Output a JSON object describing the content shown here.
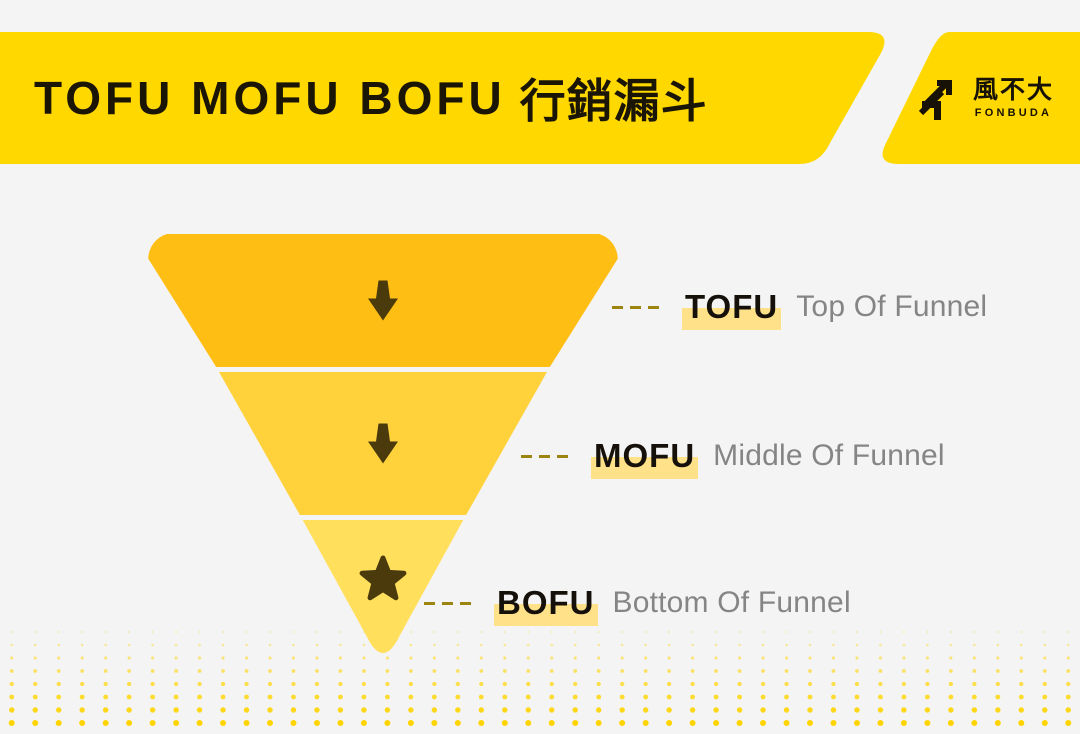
{
  "page": {
    "background": "#f4f4f4",
    "dot_color": "#ffd400"
  },
  "header": {
    "title_latin": "TOFU MOFU BOFU",
    "title_cjk": "行銷漏斗",
    "banner_color": "#ffd800",
    "text_color": "#1b1505"
  },
  "logo": {
    "mark_icon": "arrow-up-right-icon",
    "brand_cjk": "風不大",
    "brand_roman": "FONBUDA"
  },
  "funnel": {
    "segments": [
      {
        "key": "tofu",
        "color": "#ffbe14",
        "icon": "down-arrow-icon"
      },
      {
        "key": "mofu",
        "color": "#ffd23c",
        "icon": "down-arrow-icon"
      },
      {
        "key": "bofu",
        "color": "#ffdf5c",
        "icon": "star-icon"
      }
    ],
    "icon_color": "#4a3a0c"
  },
  "labels": [
    {
      "abbr": "TOFU",
      "description": "Top Of Funnel",
      "highlight_color": "#ffe18a",
      "dash_color": "#9c8410"
    },
    {
      "abbr": "MOFU",
      "description": "Middle Of Funnel",
      "highlight_color": "#ffe18a",
      "dash_color": "#9c8410"
    },
    {
      "abbr": "BOFU",
      "description": "Bottom Of Funnel",
      "highlight_color": "#ffe18a",
      "dash_color": "#9c8410"
    }
  ]
}
